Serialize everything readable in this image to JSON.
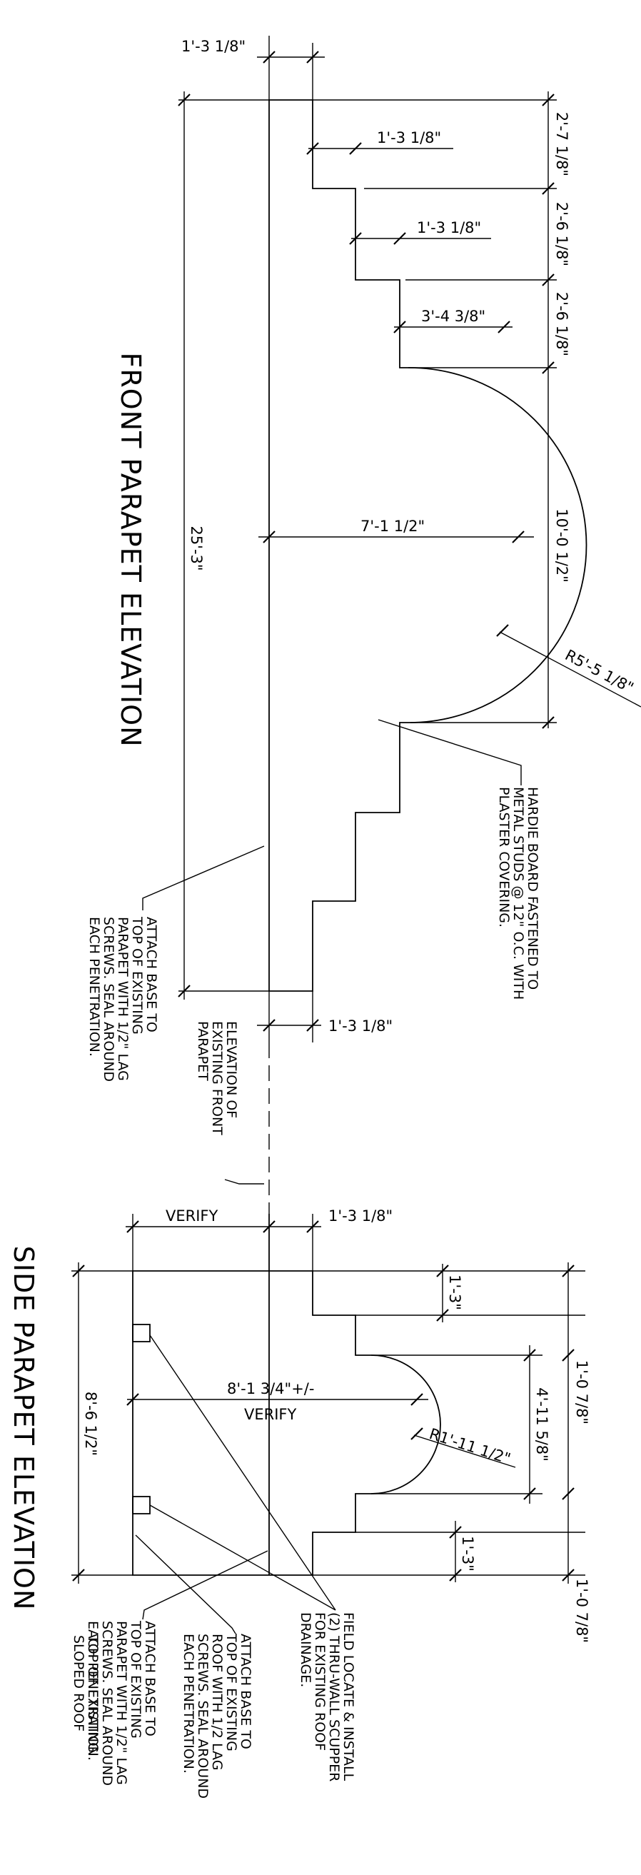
{
  "front": {
    "title": "FRONT PARAPET ELEVATION",
    "dim_top_width": "1'-3 1/8\"",
    "dim_step1": "1'-3 1/8\"",
    "dim_step2": "1'-3 1/8\"",
    "dim_step3": "3'-4 3/8\"",
    "dim_arch_depth": "7'-1 1/2\"",
    "dim_total_length": "25'-3\"",
    "dim_bottom_width": "1'-3 1/8\"",
    "dim_rise1": "2'-7 1/8\"",
    "dim_rise2": "2'-6 1/8\"",
    "dim_rise3": "2'-6 1/8\"",
    "dim_arch_span": "10'-0 1/2\"",
    "dim_radius": "R5'-5 1/8\"",
    "note_hardie": [
      "HARDIE BOARD FASTENED TO",
      "METAL STUDS @ 12\" O.C. WITH",
      "PLASTER COVERING."
    ],
    "note_attach": [
      "ATTACH BASE TO",
      "TOP OF EXISTING",
      "PARAPET WITH 1/2\" LAG",
      "SCREWS. SEAL AROUND",
      "EACH PENETRATION."
    ],
    "note_elevation": [
      "ELEVATION OF",
      "EXISTING FRONT",
      "PARAPET"
    ]
  },
  "side": {
    "title": "SIDE PARAPET ELEVATION",
    "dim_verify_width": "VERIFY",
    "dim_top_width": "1'-3 1/8\"",
    "dim_depth": "8'-1 3/4\"+/-",
    "dim_depth_verify": "VERIFY",
    "dim_total_length": "8'-6 1/2\"",
    "dim_step_top": "1'-3\"",
    "dim_step_bottom": "1'-3\"",
    "dim_radius": "R1'-11 1/2\"",
    "dim_arch_span": "4'-11 5/8\"",
    "dim_side_top": "1'-0 7/8\"",
    "dim_side_bottom": "1'-0 7/8\"",
    "note_scupper": [
      "FIELD LOCATE & INSTALL",
      "(2) THRU-WALL SCUPPER",
      "FOR EXISTING ROOF",
      "DRAINAGE."
    ],
    "note_attach_roof": [
      "ATTACH BASE TO",
      "TOP OF EXISTING",
      "ROOF WITH 1/2 LAG",
      "SCREWS. SEAL AROUND",
      "EACH PENETRATION."
    ],
    "note_attach_parapet": [
      "ATTACH BASE TO",
      "TOP OF EXISTING",
      "PARAPET WITH 1/2\" LAG",
      "SCREWS. SEAL AROUND",
      "EACH PENETRATION."
    ],
    "note_overlap": [
      "TOP OF EXISTING",
      "SLOPED ROOF"
    ]
  },
  "colors": {
    "ink": "#000000",
    "paper": "#ffffff",
    "stipple": "#555555"
  }
}
